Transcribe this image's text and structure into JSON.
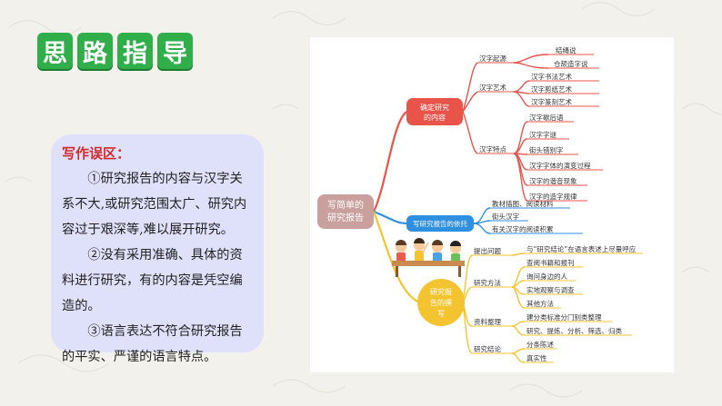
{
  "title_chars": [
    "思",
    "路",
    "指",
    "导"
  ],
  "colors": {
    "title_tile": "#2fae4a",
    "card_bg": "#dfe1fb",
    "card_title": "#d12a2a",
    "root": "#c9a09d",
    "branch_red": "#e8534a",
    "branch_blue": "#2f8fe0",
    "branch_yellow": "#f4c430"
  },
  "tips": {
    "heading": "写作误区：",
    "items": [
      "①研究报告的内容与汉字关系不大,或研究范围太广、研究内容过于艰深等,难以展开研究。",
      "②没有采用准确、具体的资料进行研究，有的内容是凭空编造的。",
      "③语言表达不符合研究报告的平实、严谨的语言特点。"
    ]
  },
  "mindmap": {
    "root": [
      "写简单的",
      "研究报告"
    ],
    "branch1": {
      "label": [
        "确定研究",
        "的内容"
      ],
      "sub1": {
        "label": "汉字起源",
        "leaves": [
          "结绳说",
          "仓颉造字说"
        ]
      },
      "sub2": {
        "label": "汉字艺术",
        "leaves": [
          "汉字书法艺术",
          "汉字剪纸艺术",
          "汉字篆刻艺术"
        ]
      },
      "sub3": {
        "label": "汉字特点",
        "leaves": [
          "汉字歇后语",
          "汉字字谜",
          "街头错别字",
          "汉字字体的演变过程",
          "汉字的谐音现象",
          "汉字的造字规律"
        ]
      }
    },
    "branch2": {
      "label": "写研究报告的依托",
      "leaves": [
        "教材插图、阅读材料",
        "街头汉字",
        "有关汉字的阅读积累"
      ]
    },
    "branch3": {
      "label": [
        "研究报",
        "告的撰",
        "写"
      ],
      "sub1": {
        "label": "提出问题",
        "leaves": [
          "与“研究结论”在语言表述上尽量呼应"
        ]
      },
      "sub2": {
        "label": "研究方法",
        "leaves": [
          "查阅书籍和报刊",
          "询问身边的人",
          "实地观察与调查",
          "其他方法"
        ]
      },
      "sub3": {
        "label": "资料整理",
        "leaves": [
          "建分类标准分门别类整理",
          "研究、提炼、分析、筛选、归类"
        ]
      },
      "sub4": {
        "label": "研究结论",
        "leaves": [
          "分条陈述",
          "真实性"
        ]
      }
    }
  }
}
